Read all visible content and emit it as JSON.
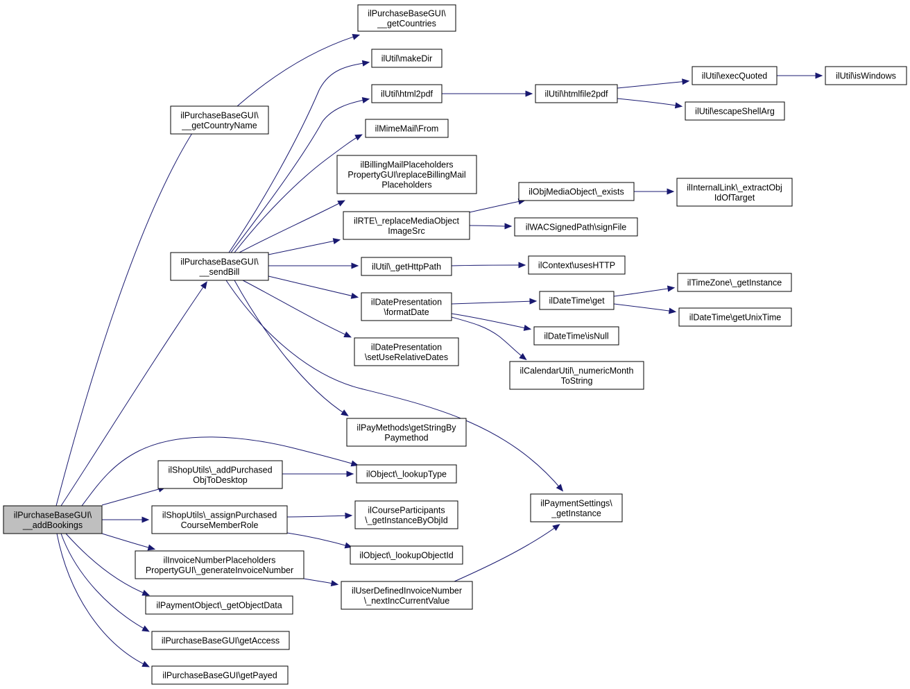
{
  "colors": {
    "edge": "#191970",
    "root_fill": "#bfbfbf",
    "node_fill": "#ffffff",
    "border": "#000000"
  },
  "nodes": [
    {
      "id": "n0",
      "lines": [
        "ilPurchaseBaseGUI\\",
        "__addBookings"
      ],
      "root": true
    },
    {
      "id": "n1",
      "lines": [
        "ilPurchaseBaseGUI\\",
        "__getCountryName"
      ]
    },
    {
      "id": "n2",
      "lines": [
        "ilPurchaseBaseGUI\\",
        "__sendBill"
      ]
    },
    {
      "id": "n3",
      "lines": [
        "ilShopUtils\\_addPurchased",
        "ObjToDesktop"
      ]
    },
    {
      "id": "n4",
      "lines": [
        "ilShopUtils\\_assignPurchased",
        "CourseMemberRole"
      ]
    },
    {
      "id": "n5",
      "lines": [
        "ilInvoiceNumberPlaceholders",
        "PropertyGUI\\_generateInvoiceNumber"
      ]
    },
    {
      "id": "n6",
      "lines": [
        "ilPaymentObject\\_getObjectData"
      ]
    },
    {
      "id": "n7",
      "lines": [
        "ilPurchaseBaseGUI\\getAccess"
      ]
    },
    {
      "id": "n8",
      "lines": [
        "ilPurchaseBaseGUI\\getPayed"
      ]
    },
    {
      "id": "n9",
      "lines": [
        "ilPurchaseBaseGUI\\",
        "__getCountries"
      ]
    },
    {
      "id": "n10",
      "lines": [
        "ilUtil\\makeDir"
      ]
    },
    {
      "id": "n11",
      "lines": [
        "ilUtil\\html2pdf"
      ]
    },
    {
      "id": "n12",
      "lines": [
        "ilMimeMail\\From"
      ]
    },
    {
      "id": "n13",
      "lines": [
        "ilBillingMailPlaceholders",
        "PropertyGUI\\replaceBillingMail",
        "Placeholders"
      ]
    },
    {
      "id": "n14",
      "lines": [
        "ilRTE\\_replaceMediaObject",
        "ImageSrc"
      ]
    },
    {
      "id": "n15",
      "lines": [
        "ilUtil\\_getHttpPath"
      ]
    },
    {
      "id": "n16",
      "lines": [
        "ilDatePresentation",
        "\\formatDate"
      ]
    },
    {
      "id": "n17",
      "lines": [
        "ilDatePresentation",
        "\\setUseRelativeDates"
      ]
    },
    {
      "id": "n18",
      "lines": [
        "ilPayMethods\\getStringBy",
        "Paymethod"
      ]
    },
    {
      "id": "n19",
      "lines": [
        "ilObject\\_lookupType"
      ]
    },
    {
      "id": "n20",
      "lines": [
        "ilCourseParticipants",
        "\\_getInstanceByObjId"
      ]
    },
    {
      "id": "n21",
      "lines": [
        "ilObject\\_lookupObjectId"
      ]
    },
    {
      "id": "n22",
      "lines": [
        "ilUserDefinedInvoiceNumber",
        "\\_nextIncCurrentValue"
      ]
    },
    {
      "id": "n23",
      "lines": [
        "ilUtil\\htmlfile2pdf"
      ]
    },
    {
      "id": "n24",
      "lines": [
        "ilObjMediaObject\\_exists"
      ]
    },
    {
      "id": "n25",
      "lines": [
        "ilWACSignedPath\\signFile"
      ]
    },
    {
      "id": "n26",
      "lines": [
        "ilContext\\usesHTTP"
      ]
    },
    {
      "id": "n27",
      "lines": [
        "ilDateTime\\get"
      ]
    },
    {
      "id": "n28",
      "lines": [
        "ilDateTime\\isNull"
      ]
    },
    {
      "id": "n29",
      "lines": [
        "ilCalendarUtil\\_numericMonth",
        "ToString"
      ]
    },
    {
      "id": "n30",
      "lines": [
        "ilPaymentSettings\\",
        "_getInstance"
      ]
    },
    {
      "id": "n31",
      "lines": [
        "ilUtil\\execQuoted"
      ]
    },
    {
      "id": "n32",
      "lines": [
        "ilUtil\\escapeShellArg"
      ]
    },
    {
      "id": "n33",
      "lines": [
        "ilInternalLink\\_extractObj",
        "IdOfTarget"
      ]
    },
    {
      "id": "n34",
      "lines": [
        "ilTimeZone\\_getInstance"
      ]
    },
    {
      "id": "n35",
      "lines": [
        "ilDateTime\\getUnixTime"
      ]
    },
    {
      "id": "n36",
      "lines": [
        "ilUtil\\isWindows"
      ]
    }
  ],
  "edges": [
    {
      "from": "n0",
      "to": "n1"
    },
    {
      "from": "n0",
      "to": "n2"
    },
    {
      "from": "n0",
      "to": "n19"
    },
    {
      "from": "n0",
      "to": "n3"
    },
    {
      "from": "n0",
      "to": "n4"
    },
    {
      "from": "n0",
      "to": "n5"
    },
    {
      "from": "n0",
      "to": "n6"
    },
    {
      "from": "n0",
      "to": "n7"
    },
    {
      "from": "n0",
      "to": "n8"
    },
    {
      "from": "n1",
      "to": "n9"
    },
    {
      "from": "n2",
      "to": "n10"
    },
    {
      "from": "n2",
      "to": "n11"
    },
    {
      "from": "n2",
      "to": "n12"
    },
    {
      "from": "n2",
      "to": "n13"
    },
    {
      "from": "n2",
      "to": "n14"
    },
    {
      "from": "n2",
      "to": "n15"
    },
    {
      "from": "n2",
      "to": "n16"
    },
    {
      "from": "n2",
      "to": "n17"
    },
    {
      "from": "n2",
      "to": "n18"
    },
    {
      "from": "n2",
      "to": "n30"
    },
    {
      "from": "n3",
      "to": "n19"
    },
    {
      "from": "n4",
      "to": "n20"
    },
    {
      "from": "n4",
      "to": "n21"
    },
    {
      "from": "n5",
      "to": "n22"
    },
    {
      "from": "n22",
      "to": "n30"
    },
    {
      "from": "n11",
      "to": "n23"
    },
    {
      "from": "n23",
      "to": "n31"
    },
    {
      "from": "n23",
      "to": "n32"
    },
    {
      "from": "n31",
      "to": "n36"
    },
    {
      "from": "n14",
      "to": "n24"
    },
    {
      "from": "n14",
      "to": "n25"
    },
    {
      "from": "n24",
      "to": "n33"
    },
    {
      "from": "n15",
      "to": "n26"
    },
    {
      "from": "n16",
      "to": "n27"
    },
    {
      "from": "n16",
      "to": "n28"
    },
    {
      "from": "n16",
      "to": "n29"
    },
    {
      "from": "n27",
      "to": "n34"
    },
    {
      "from": "n27",
      "to": "n35"
    }
  ]
}
